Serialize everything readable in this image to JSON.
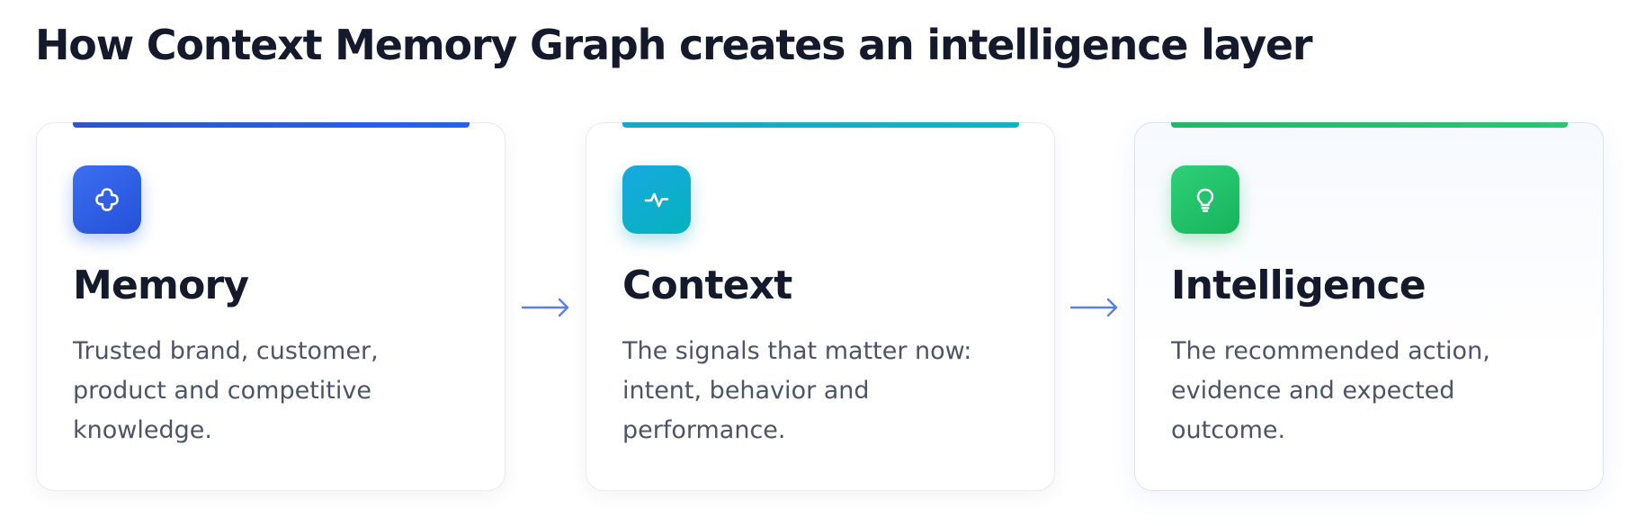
{
  "title": "How Context Memory Graph creates an intelligence layer",
  "cards": [
    {
      "title": "Memory",
      "description": "Trusted brand, customer, product and competitive knowledge.",
      "icon": "knowledge-node-icon",
      "accent_color": "#2563eb"
    },
    {
      "title": "Context",
      "description": "The signals that matter now: intent, behavior and performance.",
      "icon": "activity-pulse-icon",
      "accent_color": "#0ea5c6"
    },
    {
      "title": "Intelligence",
      "description": "The recommended action, evidence and expected outcome.",
      "icon": "lightbulb-icon",
      "accent_color": "#22c55e"
    }
  ],
  "connectors": [
    "right-arrow-icon",
    "right-arrow-icon"
  ],
  "colors": {
    "heading": "#141a2b",
    "body_text": "#4c5567",
    "arrow": "#5b7fe8"
  }
}
